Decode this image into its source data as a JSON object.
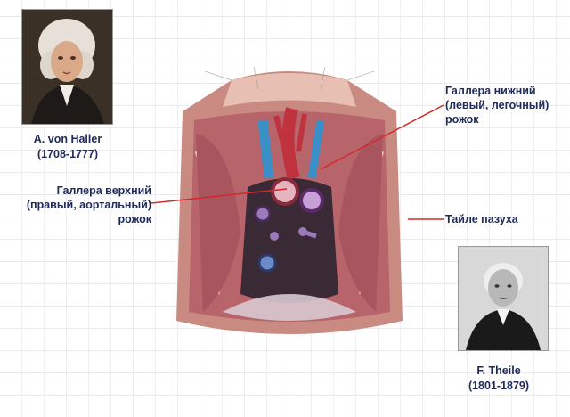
{
  "portraits": {
    "haller": {
      "name": "A. von Haller",
      "years": "(1708-1777)"
    },
    "theile": {
      "name": "F. Theile",
      "years": "(1801-1879)"
    }
  },
  "labels": {
    "lower_horn": {
      "line1": "Галлера нижний",
      "line2": "(левый, легочный)",
      "line3": "рожок"
    },
    "upper_horn": {
      "line1": "Галлера верхний",
      "line2": "(правый, аортальный)",
      "line3": "рожок"
    },
    "theile_sinus": {
      "line1": "Тайле пазуха"
    }
  },
  "colors": {
    "label_text": "#1e2a5a",
    "leader_line": "#d22a2a",
    "tissue": "#b7646a",
    "pericardium_dark": "#3a2a36",
    "vessel_blue": "#3a8fc7",
    "vessel_red": "#c0323e"
  }
}
